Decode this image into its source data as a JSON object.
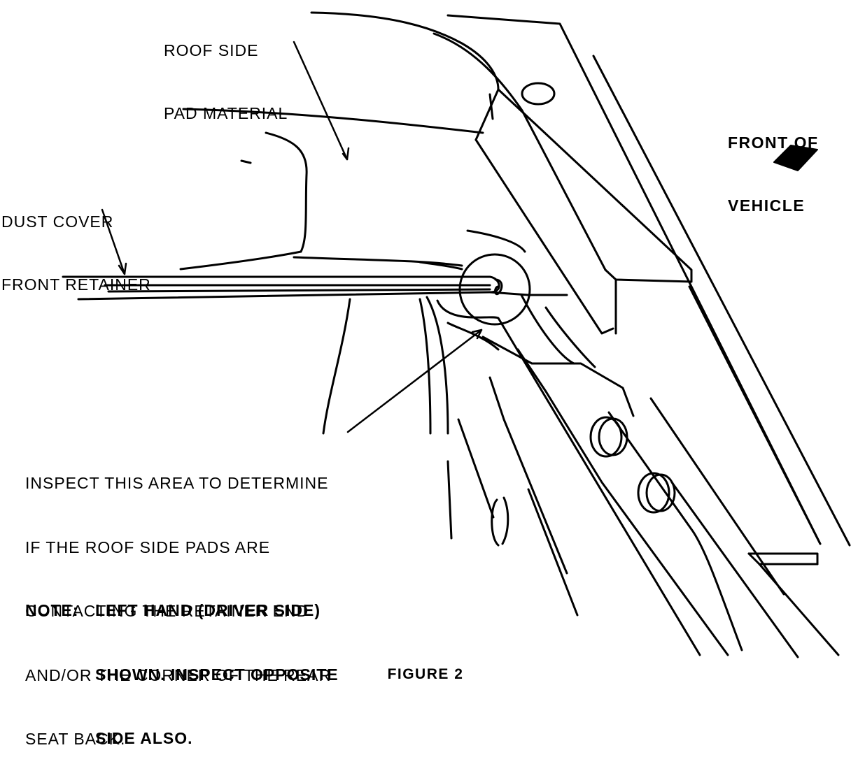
{
  "labels": {
    "roof_side": [
      "ROOF SIDE",
      "PAD MATERIAL"
    ],
    "dust_cover": [
      "DUST COVER",
      "FRONT RETAINER"
    ],
    "front_of_vehicle": [
      "FRONT OF",
      "VEHICLE"
    ],
    "inspect": [
      "INSPECT THIS AREA TO DETERMINE",
      "IF THE ROOF SIDE PADS ARE",
      "CONTACTING THE RETAINER END",
      "AND/OR THE CORNER OF THE REAR",
      "SEAT BACK."
    ],
    "note_head": "NOTE:",
    "note": [
      "LEFT HAND (DRIVER SIDE)",
      "SHOWN. INSPECT OPPOSITE",
      "SIDE ALSO."
    ]
  },
  "caption": "FIGURE 2",
  "colors": {
    "ink": "#000000",
    "paper": "#ffffff"
  },
  "icons": {
    "direction": "front-arrow-icon"
  }
}
